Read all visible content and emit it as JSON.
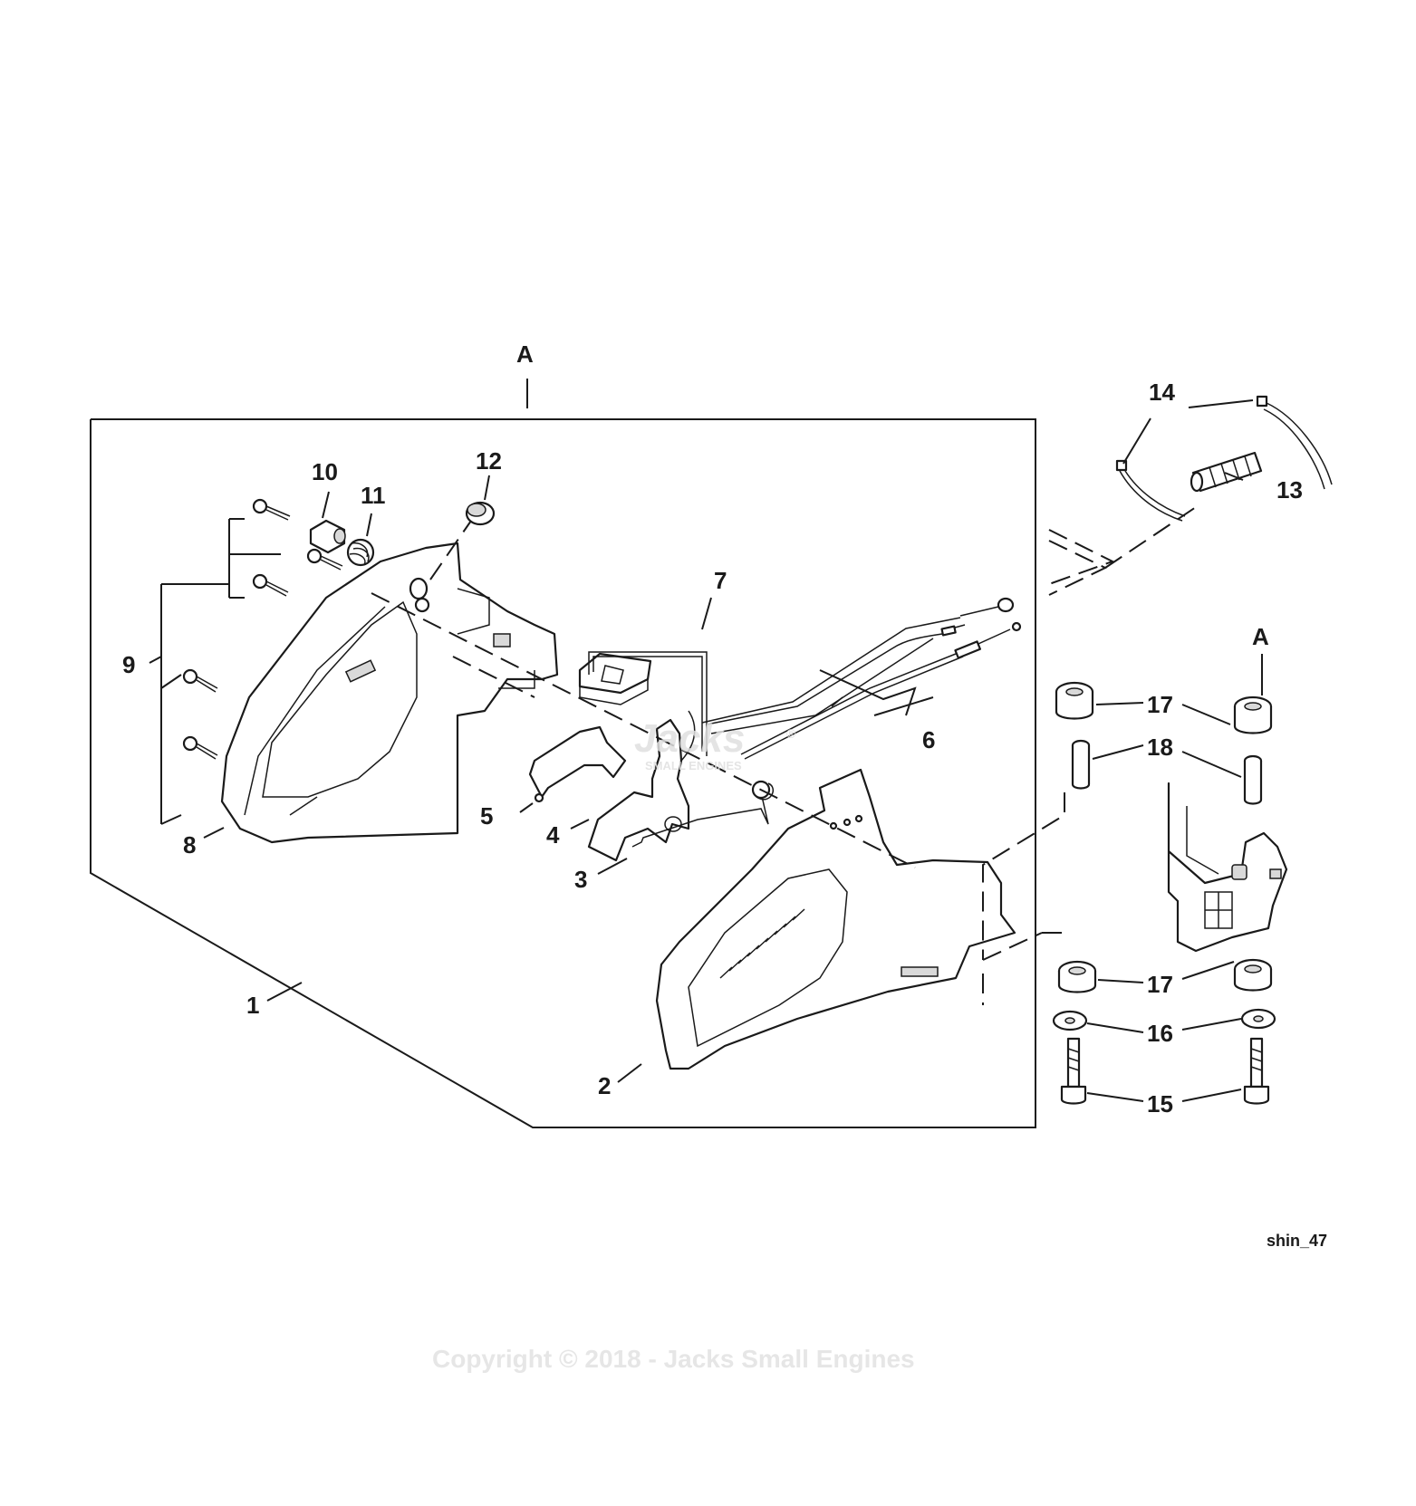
{
  "diagram": {
    "reference_code": "shin_47",
    "copyright": "Copyright © 2018 - Jacks Small Engines",
    "watermark": {
      "brand": "Jacks",
      "sub": "SMALL ENGINES",
      "registered": "®"
    },
    "detail_marker": "A",
    "callouts": [
      "1",
      "2",
      "3",
      "4",
      "5",
      "6",
      "7",
      "8",
      "9",
      "10",
      "11",
      "12",
      "13",
      "14",
      "15",
      "16",
      "17",
      "18"
    ]
  }
}
